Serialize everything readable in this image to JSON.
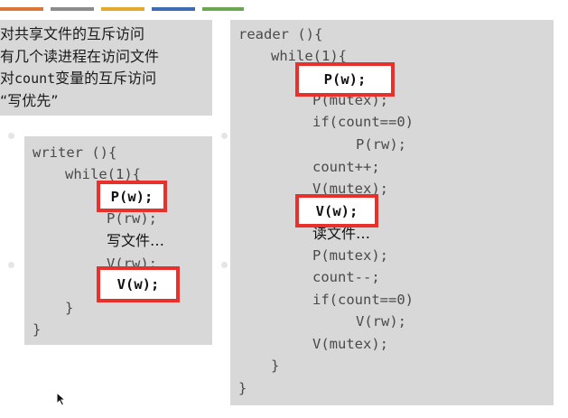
{
  "header_colors": [
    "#d9763a",
    "#8c8c8c",
    "#e4a82b",
    "#3d6cb3",
    "#6aa84f"
  ],
  "notes": {
    "line1": "对共享文件的互斥访问",
    "line2": "有几个读进程在访问文件",
    "line3_pre": "对",
    "line3_code": "count",
    "line3_post": "变量的互斥访问",
    "line4": "“写优先”"
  },
  "writer": {
    "lines": [
      "writer (){",
      "while(1){",
      "P(w);",
      "P(rw);",
      "写文件…",
      "V(rw);",
      "V(w);",
      "}",
      "}"
    ]
  },
  "reader": {
    "lines": [
      "reader (){",
      "while(1){",
      "P(w);",
      "P(mutex);",
      "if(count==0)",
      "P(rw);",
      "count++;",
      "V(mutex);",
      "V(w);",
      "读文件…",
      "P(mutex);",
      "count--;",
      "if(count==0)",
      "V(rw);",
      "V(mutex);",
      "}",
      "}"
    ]
  },
  "highlight_color": "#e8302c",
  "cursor_icon": "mouse-pointer-icon"
}
